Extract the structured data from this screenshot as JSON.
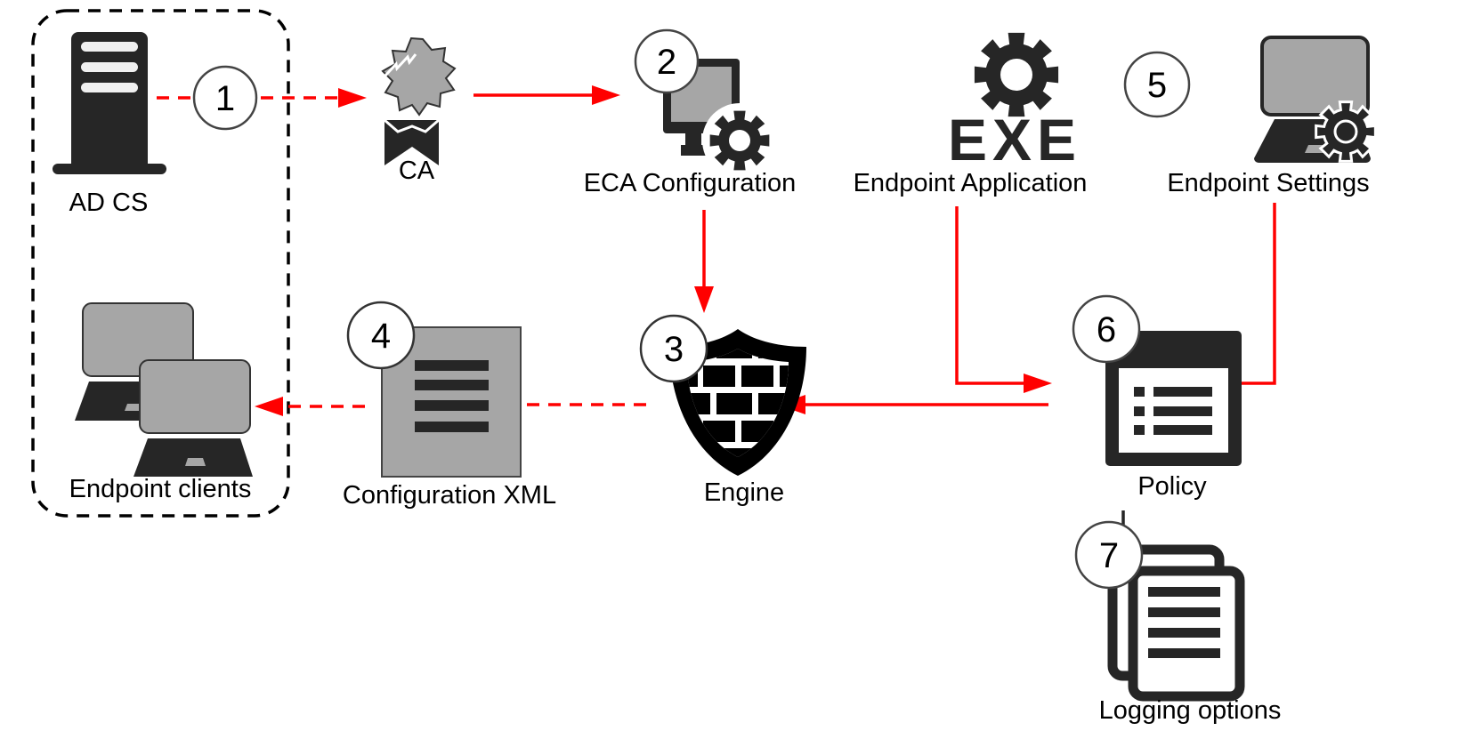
{
  "diagram": {
    "colors": {
      "arrow": "#ff0000",
      "icon_dark": "#262626",
      "icon_gray": "#a6a6a6",
      "group_border": "#000000"
    },
    "nodes": {
      "adcs": {
        "label": "AD CS",
        "icon": "server-icon"
      },
      "ca": {
        "label": "CA",
        "icon": "certificate-badge-icon"
      },
      "eca_config": {
        "label": "ECA Configuration",
        "icon": "monitor-gear-icon",
        "step": "2"
      },
      "endpoint_app": {
        "label": "Endpoint Application",
        "icon": "gear-exe-icon",
        "exe_text": "EXE"
      },
      "endpoint_settings": {
        "label": "Endpoint Settings",
        "icon": "laptop-gear-icon"
      },
      "engine": {
        "label": "Engine",
        "icon": "firewall-shield-icon",
        "step": "3"
      },
      "config_xml": {
        "label": "Configuration XML",
        "icon": "document-icon",
        "step": "4"
      },
      "endpoint_clients": {
        "label": "Endpoint clients",
        "icon": "computers-icon"
      },
      "policy": {
        "label": "Policy",
        "icon": "list-window-icon",
        "step": "6"
      },
      "logging": {
        "label": "Logging options",
        "icon": "documents-stack-icon",
        "step": "7"
      }
    },
    "steps": {
      "s1": "1",
      "s5": "5"
    },
    "edges": [
      {
        "from": "AD CS",
        "to": "CA",
        "style": "dashed",
        "step": "1"
      },
      {
        "from": "CA",
        "to": "ECA Configuration",
        "style": "solid"
      },
      {
        "from": "ECA Configuration",
        "to": "Engine",
        "style": "solid"
      },
      {
        "from": "Endpoint Application",
        "to": "Policy",
        "style": "solid"
      },
      {
        "from": "Endpoint Settings",
        "to": "Policy",
        "style": "solid"
      },
      {
        "from": "Policy",
        "to": "Engine",
        "style": "solid"
      },
      {
        "from": "Engine",
        "to": "Configuration XML",
        "style": "dashed"
      },
      {
        "from": "Configuration XML",
        "to": "Endpoint clients",
        "style": "dashed"
      },
      {
        "from": "Policy",
        "to": "Logging options",
        "style": "line"
      }
    ]
  }
}
